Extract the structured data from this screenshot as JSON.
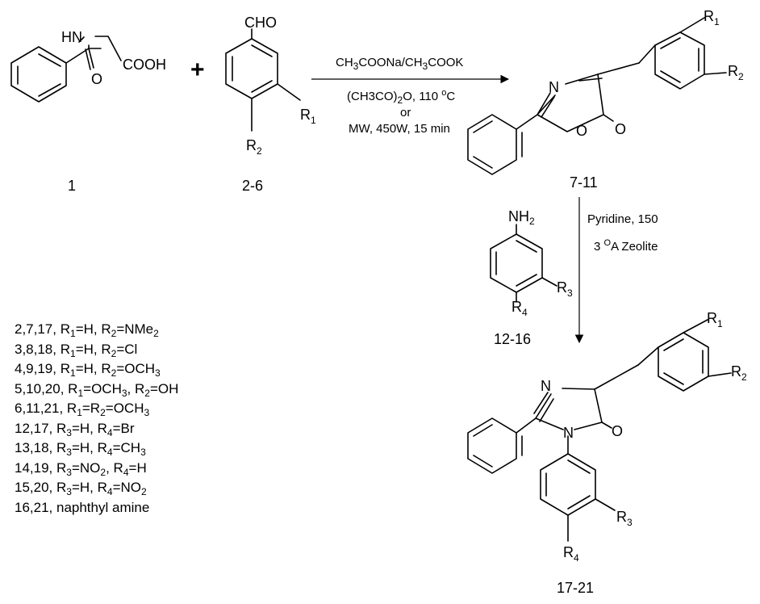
{
  "compounds": {
    "c1": {
      "label": "1",
      "nh": "HN",
      "acid": "COOH",
      "o": "O"
    },
    "c2": {
      "label": "2-6",
      "cho": "CHO",
      "r1": "R",
      "r1_sub": "1",
      "r2": "R",
      "r2_sub": "2"
    },
    "c3": {
      "label": "7-11",
      "n": "N",
      "o": "O",
      "carbonyl_o": "O",
      "r1": "R",
      "r1_sub": "1",
      "r2": "R",
      "r2_sub": "2"
    },
    "c4": {
      "label": "12-16",
      "nh": "NH",
      "nh_sub": "2",
      "r3": "R",
      "r3_sub": "3",
      "r4": "R",
      "r4_sub": "4"
    },
    "c5": {
      "label": "17-21",
      "n1": "N",
      "n2": "N",
      "carbonyl_o": "O",
      "r1": "R",
      "r1_sub": "1",
      "r2": "R",
      "r2_sub": "2",
      "r3": "R",
      "r3_sub": "3",
      "r4": "R",
      "r4_sub": "4"
    }
  },
  "plus": "+",
  "step1": {
    "line1_a": "CH",
    "line1_s1": "3",
    "line1_b": "COONa/CH",
    "line1_s2": "3",
    "line1_c": "COOK",
    "line2_a": "(CH3CO)",
    "line2_s": "2",
    "line2_b": "O, 110 ",
    "line2_sup": "o",
    "line2_c": "C",
    "line3": "or",
    "line4": "MW, 450W, 15 min"
  },
  "step2": {
    "line1": "Pyridine, 150",
    "line2_a": "3 ",
    "line2_sup": "O",
    "line2_b": "A Zeolite"
  },
  "legend": [
    {
      "id": "2,7,17, ",
      "parts": [
        [
          "R",
          "1",
          "=H, "
        ],
        [
          "R",
          "2",
          "=NMe"
        ],
        [
          "",
          "2",
          ""
        ]
      ]
    },
    {
      "id": "3,8,18, ",
      "parts": [
        [
          "R",
          "1",
          "=H, "
        ],
        [
          "R",
          "2",
          "=Cl"
        ]
      ]
    },
    {
      "id": "4,9,19, ",
      "parts": [
        [
          "R",
          "1",
          "=H, "
        ],
        [
          "R",
          "2",
          "=OCH"
        ],
        [
          "",
          "3",
          ""
        ]
      ]
    },
    {
      "id": "5,10,20, ",
      "parts": [
        [
          "R",
          "1",
          "=OCH"
        ],
        [
          "",
          "3",
          ", "
        ],
        [
          "R",
          "2",
          "=OH"
        ]
      ]
    },
    {
      "id": "6,11,21, ",
      "parts": [
        [
          "R",
          "1",
          "=R"
        ],
        [
          "",
          "2",
          "=OCH"
        ],
        [
          "",
          "3",
          ""
        ]
      ]
    },
    {
      "id": "12,17, ",
      "parts": [
        [
          "R",
          "3",
          "=H, "
        ],
        [
          "R",
          "4",
          "=Br"
        ]
      ]
    },
    {
      "id": "13,18,  ",
      "parts": [
        [
          "R",
          "3",
          "=H, "
        ],
        [
          "R",
          "4",
          "=CH"
        ],
        [
          "",
          "3",
          ""
        ]
      ]
    },
    {
      "id": "14,19, ",
      "parts": [
        [
          "R",
          "3",
          "=NO"
        ],
        [
          "",
          "2",
          ", "
        ],
        [
          "R",
          "4",
          "=H"
        ]
      ]
    },
    {
      "id": "15,20, ",
      "parts": [
        [
          "R",
          "3",
          "=H, "
        ],
        [
          "R",
          "4",
          "=NO"
        ],
        [
          "",
          "2",
          ""
        ]
      ]
    },
    {
      "id": "16,21, naphthyl amine",
      "parts": []
    }
  ]
}
